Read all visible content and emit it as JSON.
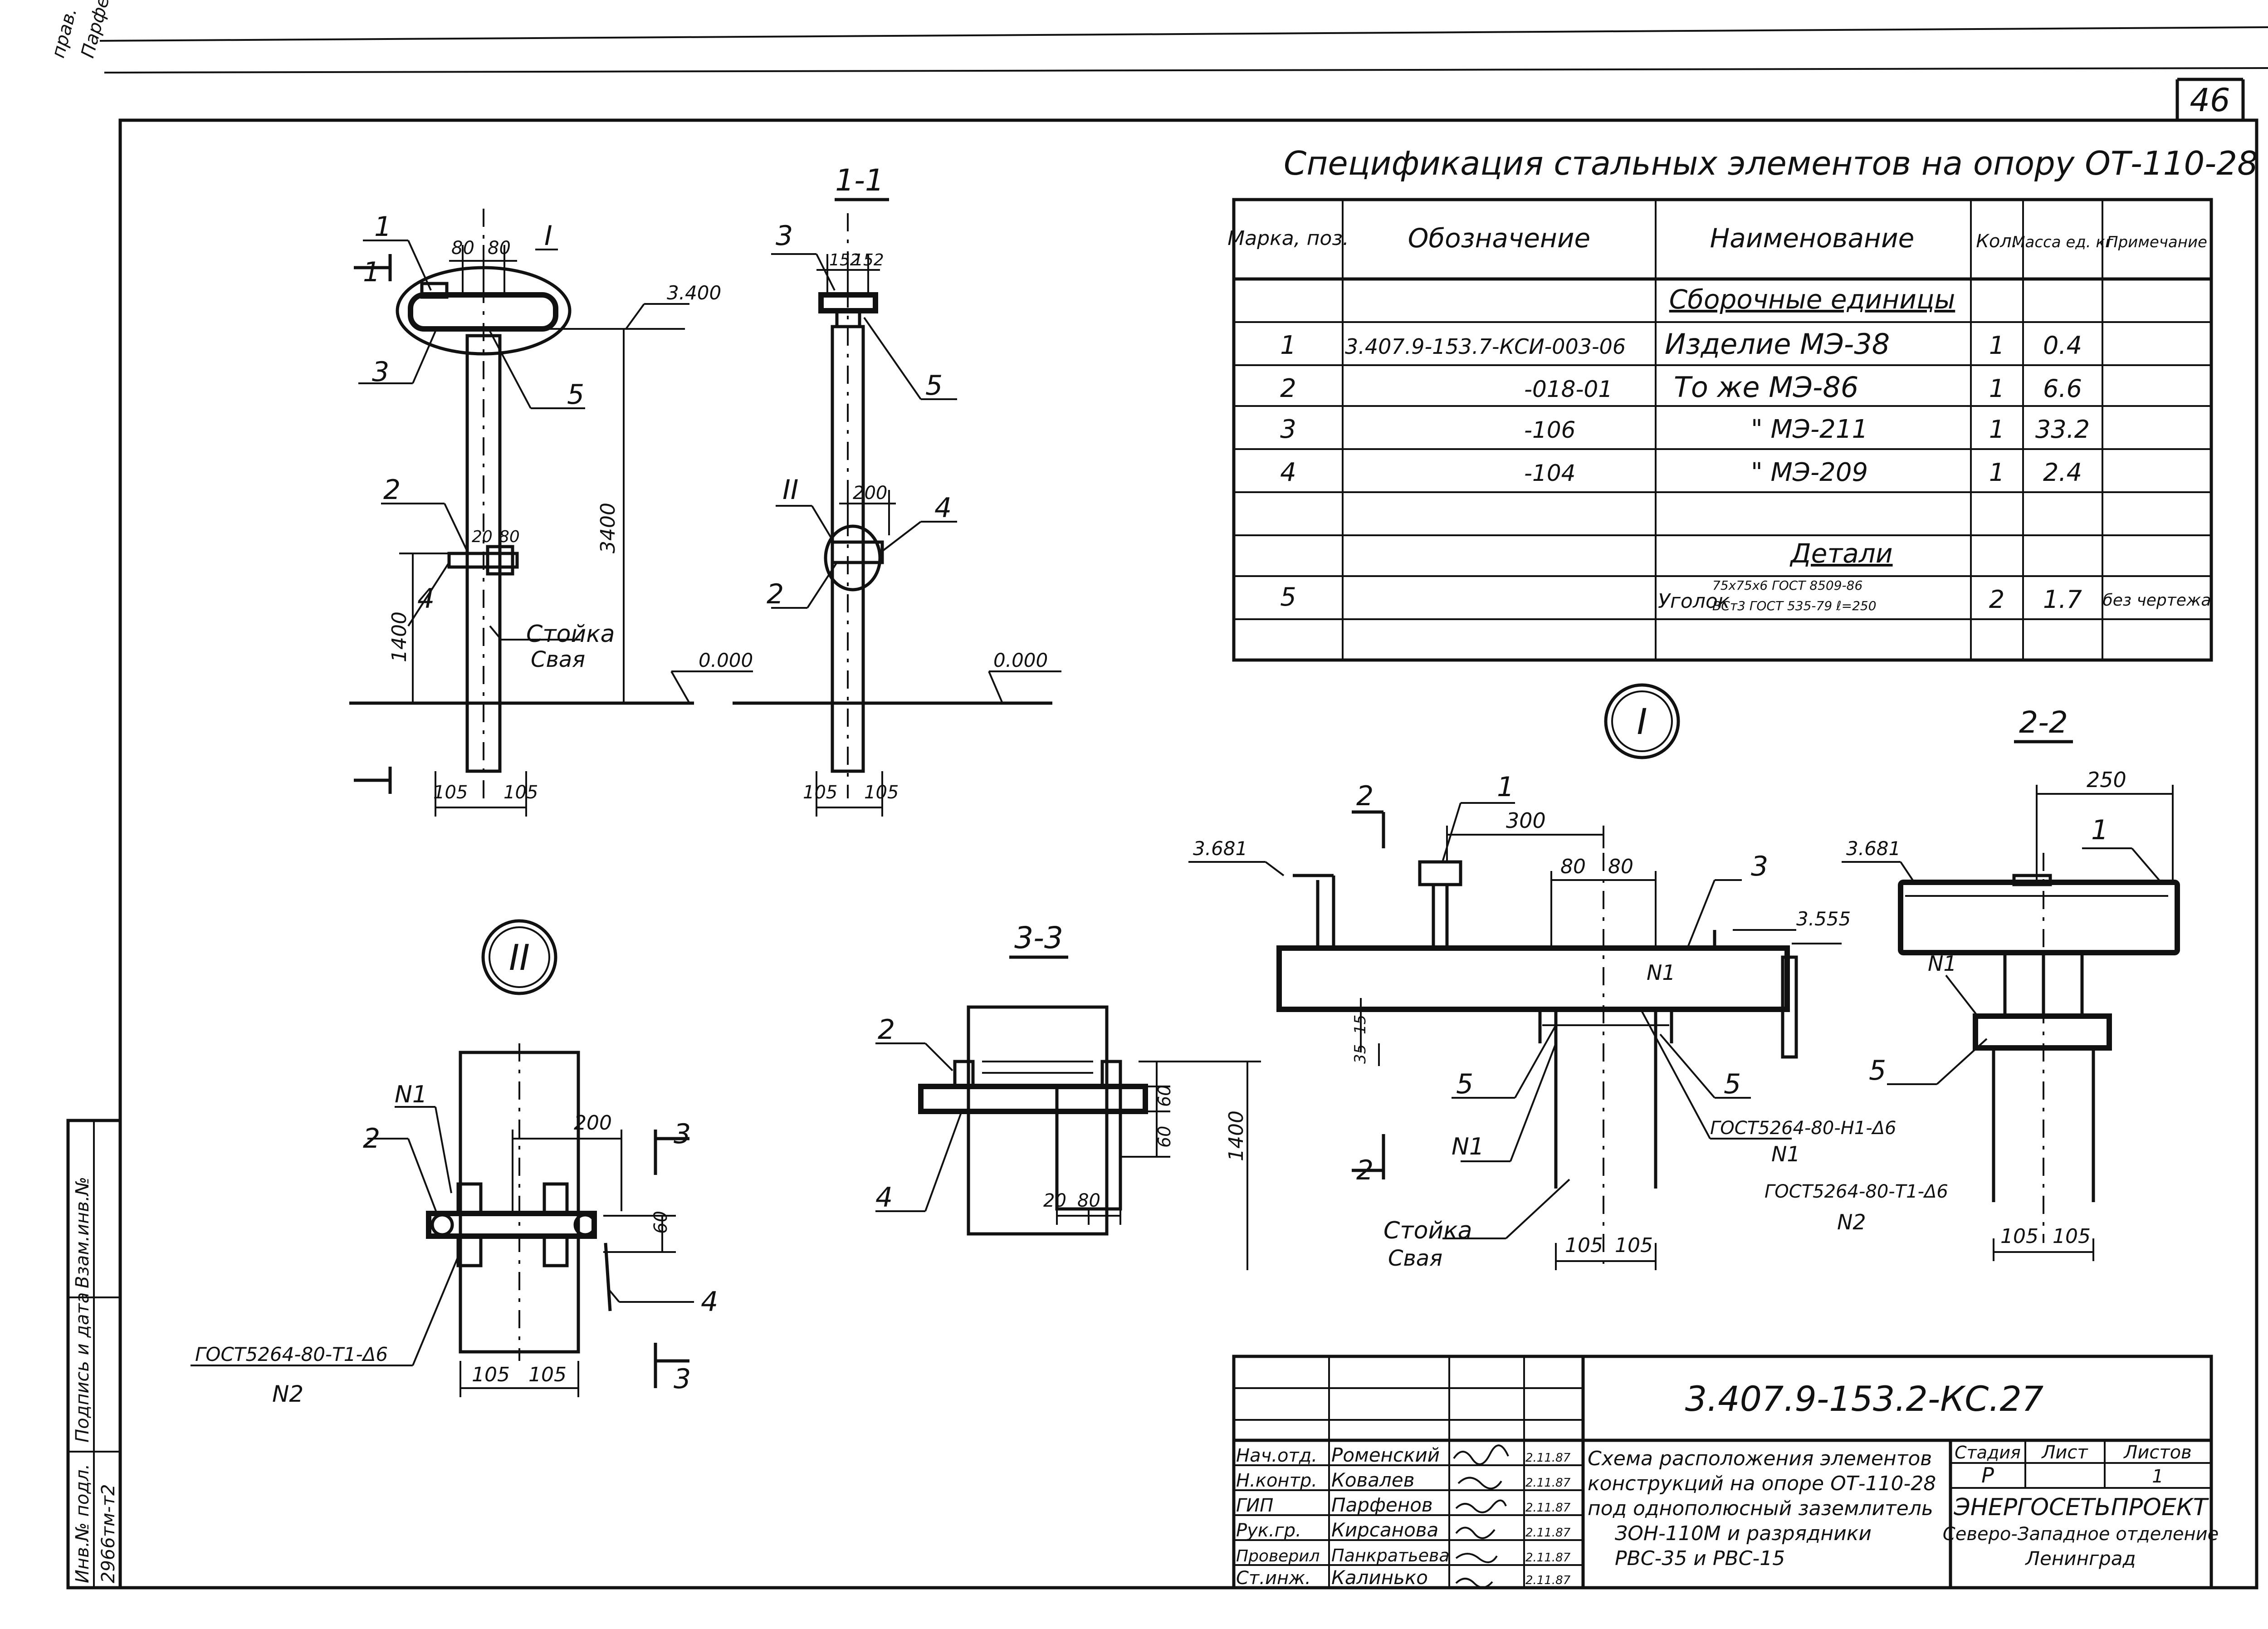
{
  "sheet_number": "46",
  "corner_notes": [
    "прав.",
    "Парфе"
  ],
  "spec": {
    "title": "Спецификация стальных элементов на опору ОТ-110-28",
    "headers": [
      "Марка, поз.",
      "Обозначение",
      "Наименование",
      "Кол.",
      "Масса ед. кг",
      "Примечание"
    ],
    "section_assembly": "Сборочные единицы",
    "section_details": "Детали",
    "rows": [
      {
        "mark": "1",
        "designation": "3.407.9-153.7-КСИ-003-06",
        "name": "Изделие МЭ-38",
        "qty": "1",
        "mass": "0.4",
        "note": ""
      },
      {
        "mark": "2",
        "designation": "-018-01",
        "name": "То же МЭ-86",
        "qty": "1",
        "mass": "6.6",
        "note": ""
      },
      {
        "mark": "3",
        "designation": "-106",
        "name": "\" МЭ-211",
        "qty": "1",
        "mass": "33.2",
        "note": ""
      },
      {
        "mark": "4",
        "designation": "-104",
        "name": "\" МЭ-209",
        "qty": "1",
        "mass": "2.4",
        "note": ""
      }
    ],
    "detail_row": {
      "mark": "5",
      "designation": "",
      "name": "Уголок",
      "name_line1": "75x75x6 ГОСТ 8509-86",
      "name_line2": "ВСт3 ГОСТ 535-79 ℓ=250",
      "qty": "2",
      "mass": "1.7",
      "note": "без чертежа"
    }
  },
  "view_main": {
    "labels": [
      "1",
      "1",
      "3",
      "5",
      "2",
      "4",
      "I"
    ],
    "dims": [
      "80",
      "80",
      "20",
      "80",
      "3400",
      "1400",
      "105",
      "105"
    ],
    "elevations": [
      "3.400",
      "0.000"
    ],
    "post_label": "Стойка",
    "pile_label": "Свая"
  },
  "view_11": {
    "title": "1-1",
    "labels": [
      "3",
      "5",
      "II",
      "4",
      "2"
    ],
    "dims": [
      "152",
      "152",
      "200",
      "105",
      "105"
    ],
    "elevation": "0.000"
  },
  "view_II": {
    "marker": "II",
    "labels": [
      "N1",
      "2",
      "4",
      "3",
      "3"
    ],
    "dims": [
      "200",
      "60",
      "105",
      "105"
    ],
    "gost": "ГОСТ5264-80-Т1-Δ6",
    "weld": "N2"
  },
  "view_33": {
    "title": "3-3",
    "labels": [
      "2",
      "4"
    ],
    "dims": [
      "60",
      "60",
      "20",
      "80",
      "1400"
    ]
  },
  "view_I": {
    "marker": "I",
    "labels": [
      "2",
      "1",
      "3",
      "5",
      "5",
      "N1",
      "N1",
      "2"
    ],
    "dims": [
      "300",
      "80",
      "80",
      "35",
      "15",
      "105",
      "105"
    ],
    "elevations": [
      "3.681",
      "3.555"
    ],
    "gost1": "ГОСТ5264-80-Н1-Δ6",
    "weld1": "N1",
    "gost2": "ГОСТ5264-80-Т1-Δ6",
    "weld2": "N2",
    "post_label": "Стойка",
    "pile_label": "Свая"
  },
  "view_22": {
    "title": "2-2",
    "labels": [
      "1",
      "N1",
      "5"
    ],
    "dims": [
      "250",
      "105",
      "105"
    ],
    "elevation": "3.681"
  },
  "title_block": {
    "code": "3.407.9-153.2-КС.27",
    "staff": [
      {
        "role": "Нач.отд.",
        "name": "Роменский",
        "date": "2.11.87"
      },
      {
        "role": "Н.контр.",
        "name": "Ковалев",
        "date": "2.11.87"
      },
      {
        "role": "ГИП",
        "name": "Парфенов",
        "date": "2.11.87"
      },
      {
        "role": "Рук.гр.",
        "name": "Кирсанова",
        "date": "2.11.87"
      },
      {
        "role": "Проверил",
        "name": "Панкратьева",
        "date": "2.11.87"
      },
      {
        "role": "Ст.инж.",
        "name": "Калинько",
        "date": "2.11.87"
      }
    ],
    "description": [
      "Схема расположения элементов",
      "конструкций на опоре ОТ-110-28",
      "под однополюсный заземлитель",
      "ЗОН-110М и разрядники",
      "РВС-35 и РВС-15"
    ],
    "stage_label": "Стадия",
    "sheet_label": "Лист",
    "sheets_label": "Листов",
    "stage": "Р",
    "sheets": "1",
    "org": "ЭНЕРГОСЕТЬПРОЕКТ",
    "branch": "Северо-Западное отделение",
    "city": "Ленинград"
  },
  "side_stamp": {
    "cells": [
      "Взам.инв.№",
      "Подпись и дата",
      "Инв.№ подл."
    ],
    "inventory": "2966тм-т2"
  }
}
